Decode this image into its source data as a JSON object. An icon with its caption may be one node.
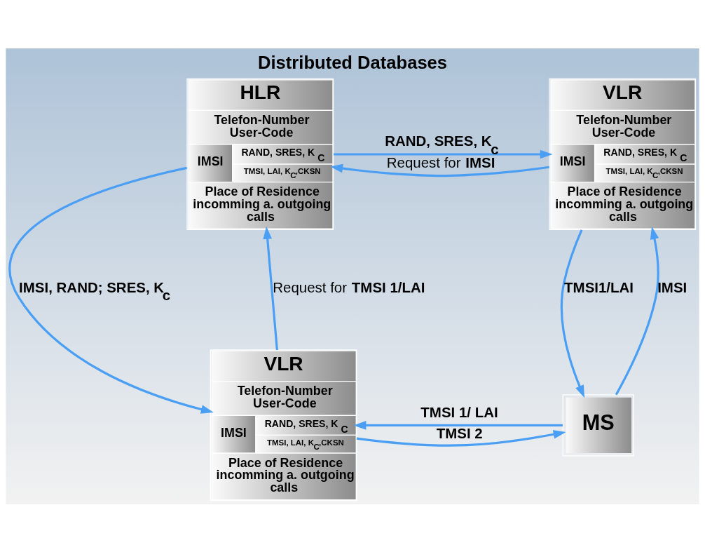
{
  "diagram": {
    "title": "Distributed Databases",
    "nodes": [
      {
        "text": [
          "HLR",
          "Telefon-Number User-Code",
          "IMSI",
          "RAND, SRES, K$_{C}$",
          "TMSI, LAI, K$_{C}$,CKSN",
          "Place of Residence incomming a. outgoing calls"
        ]
      },
      {
        "text": [
          "VLR",
          "Telefon-Number User-Code",
          "IMSI",
          "RAND, SRES, K$_{C}$",
          "TMSI, LAI, K$_{C}$,CKSN",
          "Place of Residence incomming a. outgoing calls"
        ]
      },
      {
        "text": [
          "VLR",
          "Telefon-Number User-Code",
          "IMSI",
          "RAND, SRES, K$_{C}$",
          "TMSI, LAI, K$_{C}$,CKSN",
          "Place of Residence incomming a. outgoing calls"
        ]
      },
      {
        "text": [
          "MS"
        ]
      }
    ],
    "edges": [
      {
        "from": 1,
        "to": 0,
        "arrow": "to",
        "label": "Request for **IMSI**"
      },
      {
        "from": 0,
        "to": 1,
        "arrow": "to",
        "label": "RAND, SRES, K$_{c}$"
      },
      {
        "from": 0,
        "to": 2,
        "arrow": "to",
        "label": "IMSI, RAND; SRES, K$_{c}$"
      },
      {
        "from": 2,
        "to": 0,
        "arrow": "to",
        "label": "Request for **TMSI 1/LAI**"
      },
      {
        "from": 1,
        "to": 3,
        "arrow": "to",
        "label": "TMSI1/LAI"
      },
      {
        "from": 3,
        "to": 1,
        "arrow": "to",
        "label": "IMSI"
      },
      {
        "from": 3,
        "to": 2,
        "arrow": "to",
        "label": "TMSI 1/ LAI"
      },
      {
        "from": 2,
        "to": 3,
        "arrow": "to",
        "label": "TMSI 2"
      }
    ]
  }
}
